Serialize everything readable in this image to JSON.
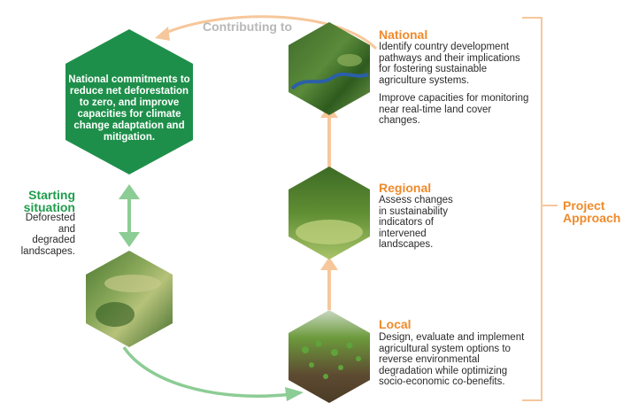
{
  "contributing_label": "Contributing to",
  "national_commitments": "National commitments to reduce net deforestation to zero, and improve capacities for climate change adaptation and mitigation.",
  "starting": {
    "title": "Starting situation",
    "text": "Deforested and degraded landscapes."
  },
  "national": {
    "title": "National",
    "text1": "Identify country development pathways and their implications for fostering sustainable agriculture systems.",
    "text2": "Improve capacities for monitoring near real-time land cover changes."
  },
  "regional": {
    "title": "Regional",
    "text": "Assess changes in sustainability indicators of intervened landscapes."
  },
  "local": {
    "title": "Local",
    "text": "Design, evaluate and implement agricultural system options to reverse environmental degradation while optimizing socio-economic co-benefits."
  },
  "project_approach": "Project Approach",
  "colors": {
    "orange": "#f08a2c",
    "light_orange": "#f6c79b",
    "green": "#1e8f4a",
    "light_green": "#8ccc95",
    "gray": "#b8b8b8"
  }
}
